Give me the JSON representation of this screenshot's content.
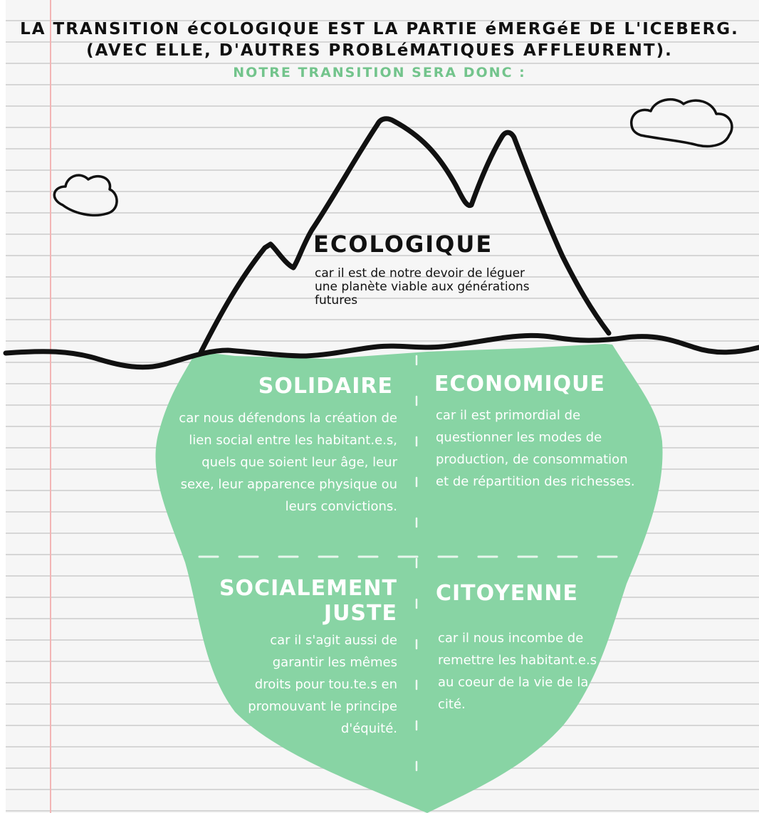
{
  "header": {
    "line1": "LA TRANSITION éCOLOGIQUE EST LA PARTIE éMERGéE DE L'ICEBERG.",
    "line2": "(AVEC ELLE, D'AUTRES PROBLéMATIQUES AFFLEURENT).",
    "line3": "NOTRE TRANSITION SERA DONC :"
  },
  "above_water": {
    "title": "ECOLOGIQUE",
    "text": "car il est de notre devoir de léguer une planète viable aux générations futures"
  },
  "below_water": {
    "solidaire": {
      "title": "SOLIDAIRE",
      "text": "car nous défendons la création de lien social entre les habitant.e.s, quels que soient leur âge, leur sexe, leur apparence physique ou leurs convictions."
    },
    "economique": {
      "title": "ECONOMIQUE",
      "text": "car il est primordial de questionner les modes de production, de consommation et de répartition des richesses."
    },
    "socialement_juste": {
      "title": "SOCIALEMENT JUSTE",
      "text": "car il s'agit aussi de garantir les mêmes droits pour tou.te.s en promouvant le principe d'équité."
    },
    "citoyenne": {
      "title": "CITOYENNE",
      "text": "car il nous incombe de remettre les habitant.e.s au coeur de la vie de la cité."
    }
  },
  "colors": {
    "iceberg_green": "#88d4a4",
    "header_green": "#73c48c",
    "ink": "#111111",
    "margin_red": "#f2b5b5"
  }
}
